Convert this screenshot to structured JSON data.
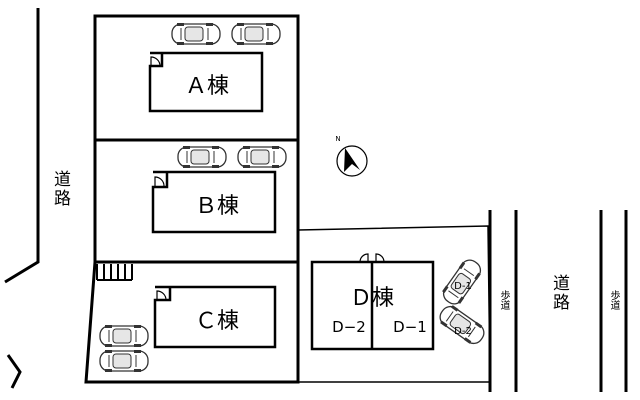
{
  "buildings": {
    "a": "Ａ棟",
    "b": "Ｂ棟",
    "c": "Ｃ棟",
    "d": "Ｄ棟",
    "d1": "D−1",
    "d2": "D−2"
  },
  "parking": {
    "d1": "D-1",
    "d2": "D-2"
  },
  "roads": {
    "left": "道路",
    "right": "道路",
    "sidewalk_1": "歩道",
    "sidewalk_2": "歩道"
  },
  "compass": {
    "north_label": "N"
  }
}
